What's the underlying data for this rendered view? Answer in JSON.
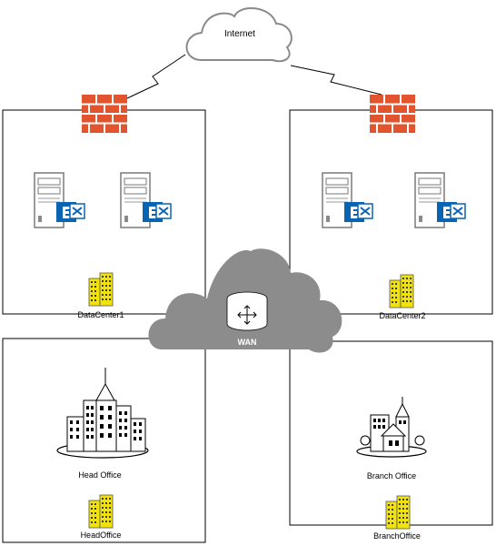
{
  "nodes": {
    "internet": {
      "label": "Internet",
      "icon": "cloud-icon"
    },
    "wan": {
      "label": "WAN",
      "icon": "router-icon"
    },
    "datacenter1": {
      "label": "DataCenter1",
      "icon": "building-icon"
    },
    "datacenter2": {
      "label": "DataCenter2",
      "icon": "building-icon"
    },
    "head_office": {
      "label": "Head Office",
      "icon": "office-city-icon"
    },
    "head_office_site": {
      "label": "HeadOffice",
      "icon": "building-icon"
    },
    "branch_office": {
      "label": "Branch Office",
      "icon": "town-icon"
    },
    "branch_office_site": {
      "label": "BranchOffice",
      "icon": "building-icon"
    }
  },
  "icons": {
    "firewall": "firewall-icon",
    "server": "server-icon",
    "exchange": "exchange-icon",
    "link": "lightning-link-icon"
  },
  "colors": {
    "firewall": "#e2542e",
    "wan_cloud": "#8c8c8c",
    "internet_cloud": "#ffffff",
    "building": "#f2e20c",
    "exchange": "#0a64b4",
    "outline": "#000000"
  }
}
